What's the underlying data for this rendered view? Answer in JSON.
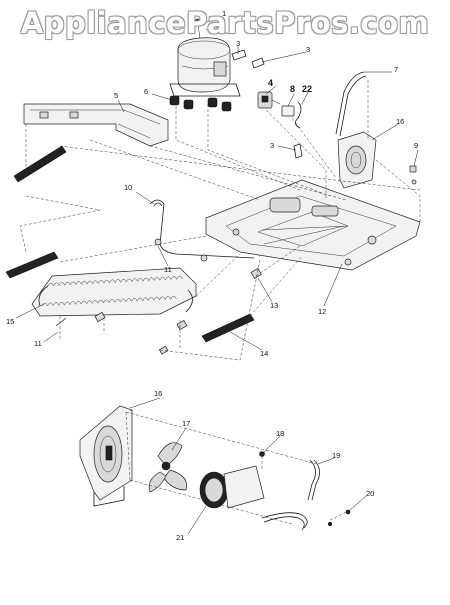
{
  "watermark": "AppliancePartsPros.com",
  "callouts": [
    {
      "id": "c1",
      "text": "1"
    },
    {
      "id": "c2",
      "text": "2"
    },
    {
      "id": "c3a",
      "text": "3"
    },
    {
      "id": "c3b",
      "text": "3"
    },
    {
      "id": "c3c",
      "text": "3"
    },
    {
      "id": "c4",
      "text": "4"
    },
    {
      "id": "c5",
      "text": "5"
    },
    {
      "id": "c6",
      "text": "6"
    },
    {
      "id": "c7",
      "text": "7"
    },
    {
      "id": "c8",
      "text": "8"
    },
    {
      "id": "c9",
      "text": "9"
    },
    {
      "id": "c10",
      "text": "10"
    },
    {
      "id": "c11a",
      "text": "11"
    },
    {
      "id": "c11b",
      "text": "11"
    },
    {
      "id": "c12",
      "text": "12"
    },
    {
      "id": "c13",
      "text": "13"
    },
    {
      "id": "c14",
      "text": "14"
    },
    {
      "id": "c15",
      "text": "15"
    },
    {
      "id": "c16a",
      "text": "16"
    },
    {
      "id": "c16b",
      "text": "16"
    },
    {
      "id": "c17",
      "text": "17"
    },
    {
      "id": "c18",
      "text": "18"
    },
    {
      "id": "c19",
      "text": "19"
    },
    {
      "id": "c20",
      "text": "20"
    },
    {
      "id": "c21",
      "text": "21"
    },
    {
      "id": "c22",
      "text": "22"
    }
  ]
}
